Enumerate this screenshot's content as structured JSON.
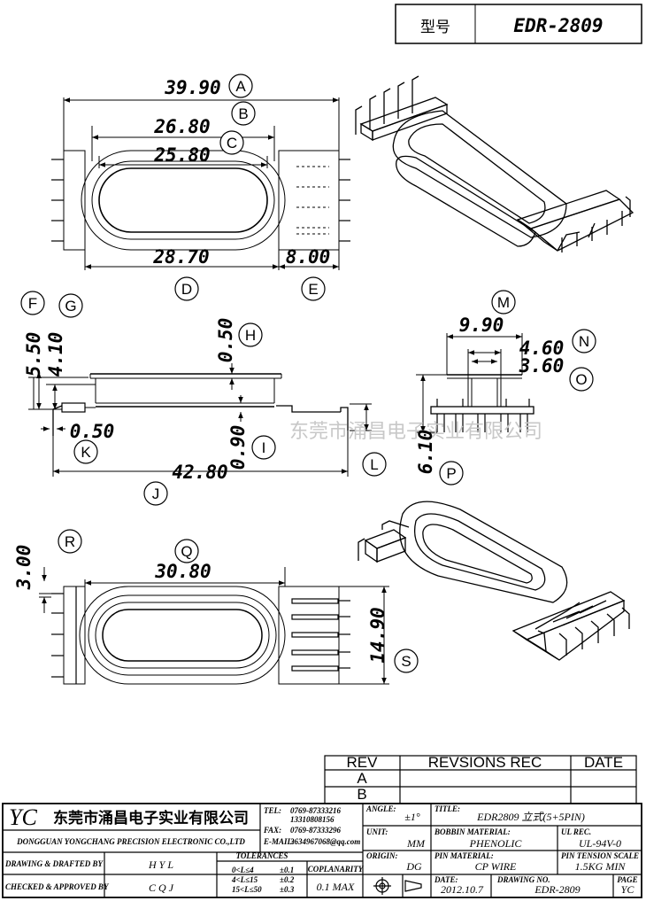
{
  "header": {
    "model_label": "型号",
    "model_value": "EDR-2809"
  },
  "dimensions": {
    "a": "39.90",
    "b": "26.80",
    "c": "25.80",
    "d": "28.70",
    "e": "8.00",
    "f": "5.50",
    "g": "4.10",
    "h": "0.50",
    "k": "0.50",
    "i": "0.90",
    "j": "42.80",
    "m": "9.90",
    "n": "4.60",
    "o": "3.60",
    "p": "6.10",
    "q": "30.80",
    "r": "3.00",
    "s": "14.90"
  },
  "callouts": [
    "A",
    "B",
    "C",
    "D",
    "E",
    "F",
    "G",
    "H",
    "I",
    "J",
    "K",
    "L",
    "M",
    "N",
    "O",
    "P",
    "Q",
    "R",
    "S"
  ],
  "watermark": "东莞市涌昌电子实业有限公司",
  "revision": {
    "rev_header": "REV",
    "recs_header": "REVSIONS REC",
    "date_header": "DATE",
    "row_a": "A",
    "row_b": "B"
  },
  "title_block": {
    "logo": "YC",
    "company_cn": "东莞市涌昌电子实业有限公司",
    "company_en": "DONGGUAN YONGCHANG PRECISION ELECTRONIC CO.,LTD",
    "tel_label": "TEL:",
    "tel1": "0769-87333216",
    "tel2": "13310808156",
    "fax_label": "FAX:",
    "fax": "0769-87333296",
    "email_label": "E-MAIL:",
    "email": "3634967068@qq.com",
    "angle_label": "ANGLE:",
    "angle_value": "±1°",
    "title_label": "TITLE:",
    "title_value": "EDR2809 立式(5+5PIN)",
    "unit_label": "UNIT:",
    "unit_value": "MM",
    "bobbin_label": "BOBBIN MATERIAL:",
    "bobbin_value": "PHENOLIC",
    "ul_label": "UL REC.",
    "ul_value": "UL-94V-0",
    "origin_label": "ORIGIN:",
    "origin_value": "DG",
    "pin_label": "PIN MATERIAL:",
    "pin_value": "CP WIRE",
    "tension_label": "PIN TENSION SCALE",
    "tension_value": "1.5KG MIN",
    "drawn_label": "DRAWING & DRAFTED BY",
    "drawn_value": "H Y L",
    "checked_label": "CHECKED & APPROVED BY",
    "checked_value": "C Q J",
    "tol_label": "TOLERANCES",
    "tol1": "0<L≤4",
    "tol1v": "±0.1",
    "tol2": "4<L≤15",
    "tol2v": "±0.2",
    "tol3": "15<L≤50",
    "tol3v": "±0.3",
    "coplanarity_label": "COPLANARITY",
    "coplanarity_value": "0.1 MAX",
    "date_label": "DATE:",
    "date_value": "2012.10.7",
    "drawing_label": "DRAWING NO.",
    "drawing_value": "EDR-2809",
    "page_label": "PAGE",
    "page_value": "YC"
  }
}
